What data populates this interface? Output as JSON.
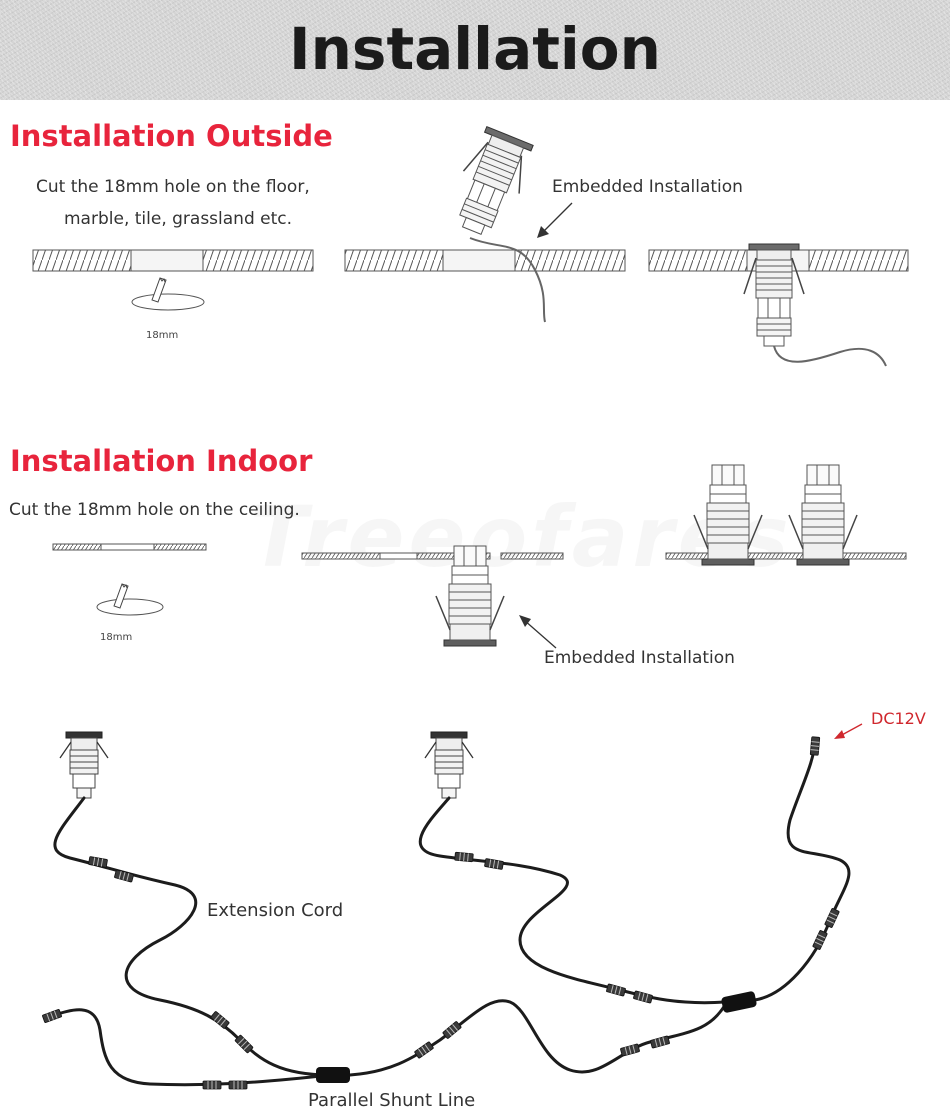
{
  "header": {
    "title": "Installation"
  },
  "outside": {
    "title": "Installation Outside",
    "instruction_line1": "Cut the 18mm hole on the floor,",
    "instruction_line2": "marble, tile, grassland etc.",
    "hole_label": "18mm",
    "embedded_label": "Embedded Installation"
  },
  "indoor": {
    "title": "Installation Indoor",
    "instruction": "Cut the 18mm hole on the ceiling.",
    "hole_label": "18mm",
    "embedded_label": "Embedded Installation"
  },
  "wiring": {
    "power_label": "DC12V",
    "extension_label": "Extension Cord",
    "shunt_label": "Parallel Shunt Line"
  },
  "watermark": "Treeofares",
  "colors": {
    "accent": "#e8243c",
    "power_label": "#d0282e",
    "text": "#333333",
    "cable": "#1c1c1c"
  }
}
